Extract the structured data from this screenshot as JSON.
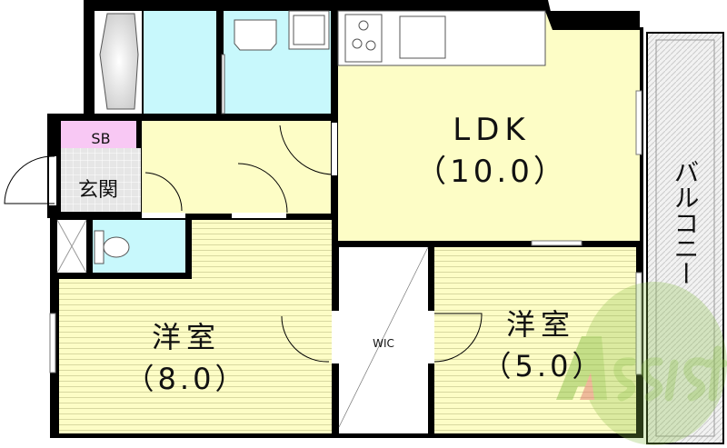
{
  "rooms": {
    "ldk": {
      "name": "LDK",
      "size": "（10.0）"
    },
    "western_large": {
      "name": "洋室",
      "size": "（8.0）"
    },
    "western_small": {
      "name": "洋室",
      "size": "（5.0）"
    },
    "wic": {
      "name": "WIC"
    },
    "sb": {
      "name": "SB"
    },
    "entrance": {
      "name": "玄関"
    },
    "balcony": {
      "name": "バルコニー"
    }
  },
  "watermark": {
    "text": "Assist"
  },
  "colors": {
    "wall": "#000000",
    "wet_area": "#c8f8fc",
    "living": "#fdfdc6",
    "storage_sb": "#f8c8f4",
    "entrance_tile": "#e4e4e4",
    "balcony": "#eeeeee",
    "watermark_green": "#8cc04a"
  }
}
